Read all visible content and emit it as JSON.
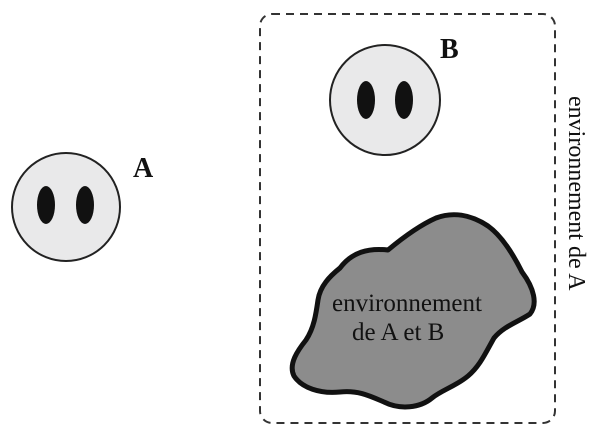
{
  "agents": {
    "a": {
      "label": "A"
    },
    "b": {
      "label": "B"
    }
  },
  "environments": {
    "shared_line1": "environnement",
    "shared_line2": "de A et B",
    "of_a": "environnement de A"
  },
  "colors": {
    "face_fill": "#e9e9ea",
    "face_stroke": "#222222",
    "eye": "#111111",
    "blob_fill": "#8c8c8c",
    "blob_stroke": "#111111",
    "box_stroke": "#333333",
    "background": "#ffffff"
  }
}
